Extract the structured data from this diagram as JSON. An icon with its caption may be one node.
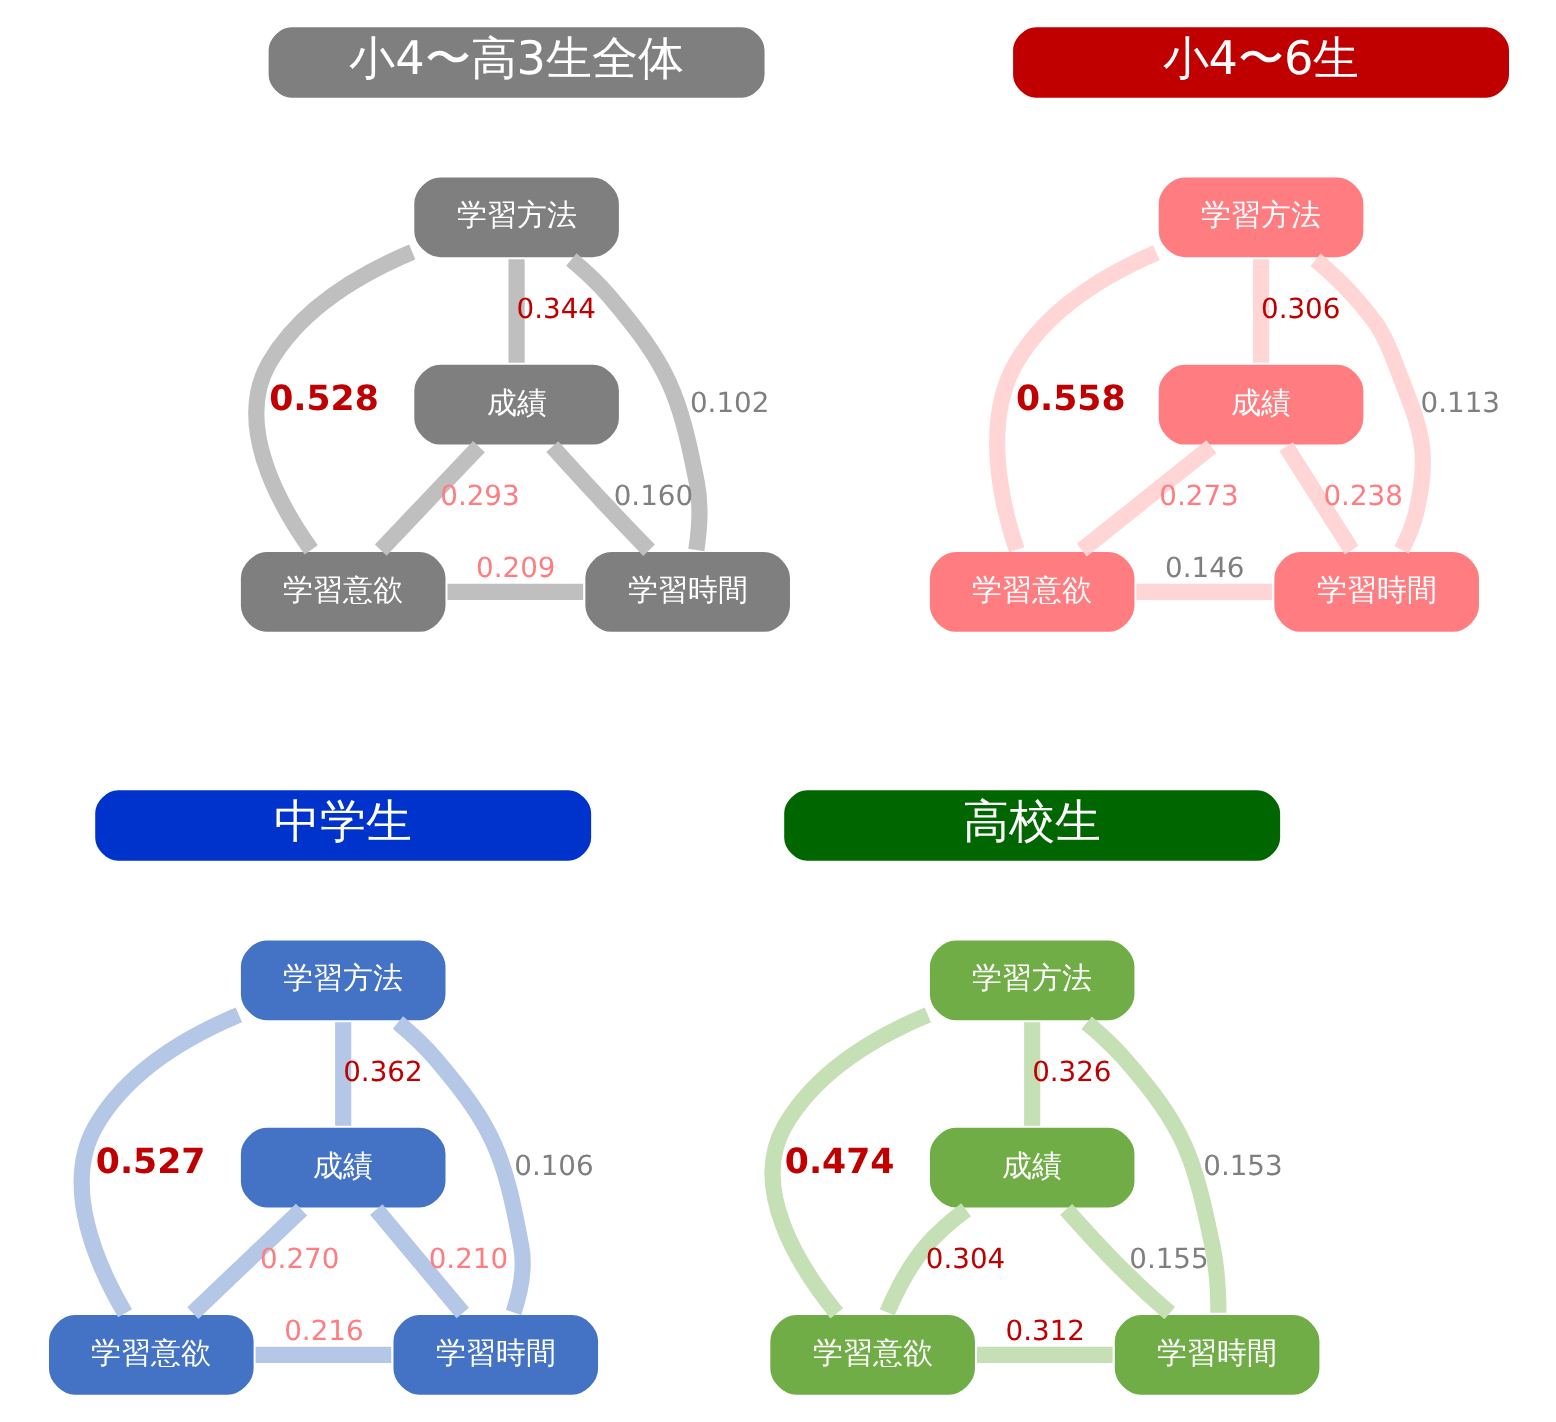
{
  "diagram": {
    "nodes": [
      {
        "text": [
          "小4〜高3生全体"
        ]
      },
      {
        "text": [
          "学習方法"
        ]
      },
      {
        "text": [
          "成績"
        ]
      },
      {
        "text": [
          "学習意欲"
        ]
      },
      {
        "text": [
          "学習時間"
        ]
      },
      {
        "text": [
          "小4〜6生"
        ]
      },
      {
        "text": [
          "学習方法"
        ]
      },
      {
        "text": [
          "成績"
        ]
      },
      {
        "text": [
          "学習意欲"
        ]
      },
      {
        "text": [
          "学習時間"
        ]
      },
      {
        "text": [
          "中学生"
        ]
      },
      {
        "text": [
          "学習方法"
        ]
      },
      {
        "text": [
          "成績"
        ]
      },
      {
        "text": [
          "学習意欲"
        ]
      },
      {
        "text": [
          "学習時間"
        ]
      },
      {
        "text": [
          "高校生"
        ]
      },
      {
        "text": [
          "学習方法"
        ]
      },
      {
        "text": [
          "成績"
        ]
      },
      {
        "text": [
          "学習意欲"
        ]
      },
      {
        "text": [
          "学習時間"
        ]
      }
    ],
    "edges": [
      {
        "from": 1,
        "to": 2,
        "arrow": "none",
        "label": "0.344",
        "color": "#bfbfbf"
      },
      {
        "from": 1,
        "to": 3,
        "arrow": "none",
        "label": "0.528",
        "color": "#bfbfbf"
      },
      {
        "from": 1,
        "to": 4,
        "arrow": "none",
        "label": "0.102",
        "color": "#bfbfbf"
      },
      {
        "from": 2,
        "to": 3,
        "arrow": "none",
        "label": "0.293",
        "color": "#bfbfbf"
      },
      {
        "from": 2,
        "to": 4,
        "arrow": "none",
        "label": "0.160",
        "color": "#bfbfbf"
      },
      {
        "from": 3,
        "to": 4,
        "arrow": "none",
        "label": "0.209",
        "color": "#bfbfbf"
      },
      {
        "from": 6,
        "to": 7,
        "arrow": "none",
        "label": "0.306",
        "color": "#ffd5d5"
      },
      {
        "from": 6,
        "to": 8,
        "arrow": "none",
        "label": "0.558",
        "color": "#ffd5d5"
      },
      {
        "from": 6,
        "to": 9,
        "arrow": "none",
        "label": "0.113",
        "color": "#ffd5d5"
      },
      {
        "from": 7,
        "to": 8,
        "arrow": "none",
        "label": "0.273",
        "color": "#ffd5d5"
      },
      {
        "from": 7,
        "to": 9,
        "arrow": "none",
        "label": "0.238",
        "color": "#ffd5d5"
      },
      {
        "from": 8,
        "to": 9,
        "arrow": "none",
        "label": "0.146",
        "color": "#ffd5d5"
      },
      {
        "from": 11,
        "to": 12,
        "arrow": "none",
        "label": "0.362",
        "color": "#b4c7e7"
      },
      {
        "from": 11,
        "to": 13,
        "arrow": "none",
        "label": "0.527",
        "color": "#b4c7e7"
      },
      {
        "from": 11,
        "to": 14,
        "arrow": "none",
        "label": "0.106",
        "color": "#b4c7e7"
      },
      {
        "from": 12,
        "to": 13,
        "arrow": "none",
        "label": "0.270",
        "color": "#b4c7e7"
      },
      {
        "from": 12,
        "to": 14,
        "arrow": "none",
        "label": "0.210",
        "color": "#b4c7e7"
      },
      {
        "from": 13,
        "to": 14,
        "arrow": "none",
        "label": "0.216",
        "color": "#b4c7e7"
      },
      {
        "from": 16,
        "to": 17,
        "arrow": "none",
        "label": "0.326",
        "color": "#c5e0b4"
      },
      {
        "from": 16,
        "to": 18,
        "arrow": "none",
        "label": "0.474",
        "color": "#c5e0b4"
      },
      {
        "from": 16,
        "to": 19,
        "arrow": "none",
        "label": "0.153",
        "color": "#c5e0b4"
      },
      {
        "from": 17,
        "to": 18,
        "arrow": "none",
        "label": "0.304",
        "color": "#c5e0b4"
      },
      {
        "from": 17,
        "to": 19,
        "arrow": "none",
        "label": "0.155",
        "color": "#c5e0b4"
      },
      {
        "from": 18,
        "to": 19,
        "arrow": "none",
        "label": "0.312",
        "color": "#c5e0b4"
      }
    ]
  }
}
